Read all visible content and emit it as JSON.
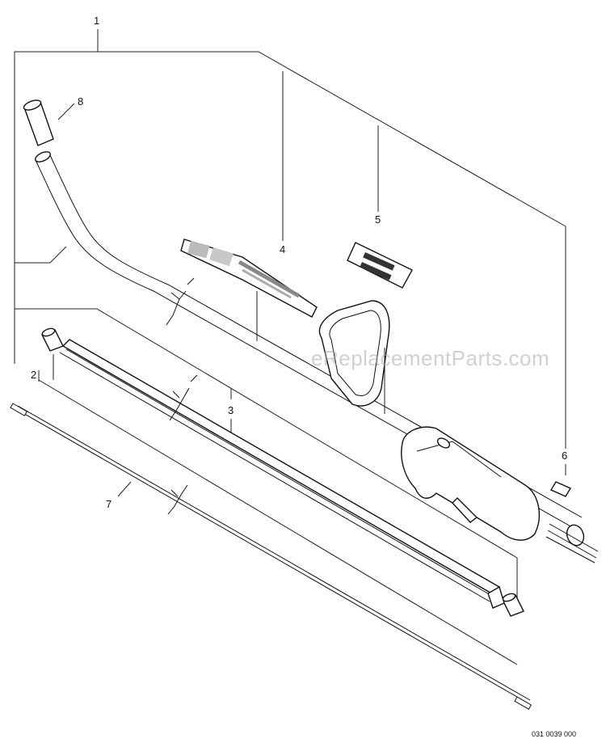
{
  "diagram": {
    "callouts": [
      {
        "id": "c1",
        "label": "1"
      },
      {
        "id": "c2",
        "label": "2"
      },
      {
        "id": "c3",
        "label": "3"
      },
      {
        "id": "c4",
        "label": "4"
      },
      {
        "id": "c5",
        "label": "5"
      },
      {
        "id": "c6",
        "label": "6"
      },
      {
        "id": "c7",
        "label": "7"
      },
      {
        "id": "c8",
        "label": "8"
      }
    ],
    "watermark": "eReplacementParts.com",
    "drawing_number": "031 0039 000"
  }
}
